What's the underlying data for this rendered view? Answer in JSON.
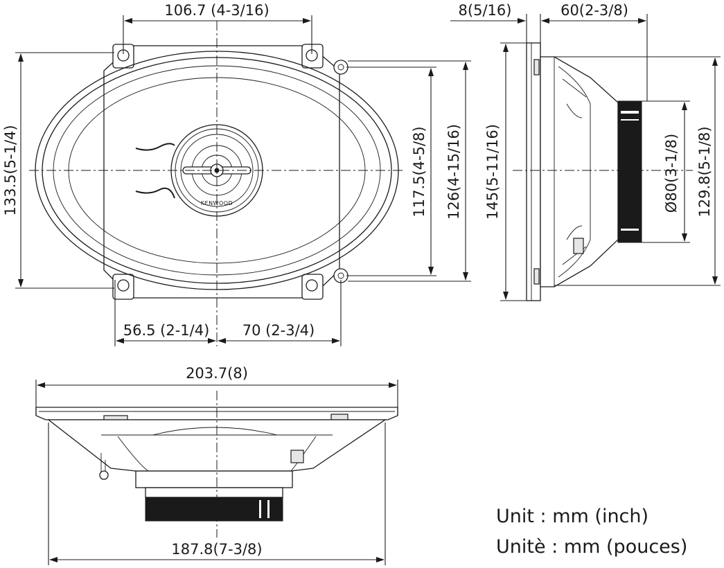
{
  "dimensions": {
    "top_width": "106.7 (4-3/16)",
    "bolt_left": "56.5 (2-1/4)",
    "bolt_right": "70 (2-3/4)",
    "total_height": "133.5(5-1/4)",
    "inner_height_a": "117.5(4-5/8)",
    "inner_height_b": "126(4-15/16)",
    "flange_depth": "8(5/16)",
    "mount_depth": "60(2-3/8)",
    "side_height": "145(5-11/16)",
    "magnet_diameter": "Ø80(3-1/8)",
    "basket_height": "129.8(5-1/8)",
    "bottom_width_outer": "203.7(8)",
    "bottom_width_inner": "187.8(7-3/8)"
  },
  "brand": "KENWOOD",
  "units": {
    "english": "Unit : mm (inch)",
    "french": "Unitè : mm (pouces)"
  }
}
